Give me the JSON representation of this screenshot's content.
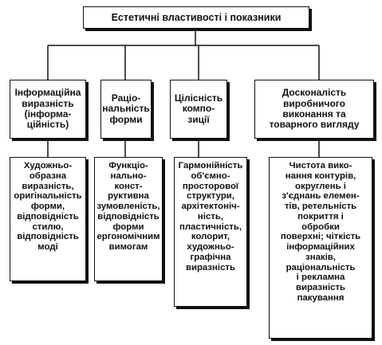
{
  "diagram": {
    "title": "Естетичні властивості і показники",
    "categories": [
      {
        "label": "Інформаційна\nвиразність\n(інформа-\nційність)",
        "detail": "Художньо-\nобразна\nвиразність,\nоригінальність\nформи,\nвідповідність\nстилю,\nвідповідність\nмоді"
      },
      {
        "label": "Раціо-\nнальність\nформи",
        "detail": "Функціо-\nнально-\nконст-\nруктивна\nзумовленість,\nвідповідність\nформи\nергономічним\nвимогам"
      },
      {
        "label": "Цілісність\nкомпо-\nзиції",
        "detail": "Гармонійність\nоб'ємно-\nпросторової\nструктури,\nархітектоніч-\nність,\nпластичність,\nколорит,\nхудожньо-\nграфічна\nвиразність"
      },
      {
        "label": "Досконалість\nвиробничого\nвиконання та\nтоварного вигляду",
        "detail": "Чистота вико-\nнання контурів,\nокруглень і\nз'єднань елемен-\nтів, ретельність\nпокриття і\nобробки\nповерхні; чіткість\nінформаційних\nзнаків,\nраціональність\nі рекламна\nвиразність\nпакування"
      }
    ]
  }
}
